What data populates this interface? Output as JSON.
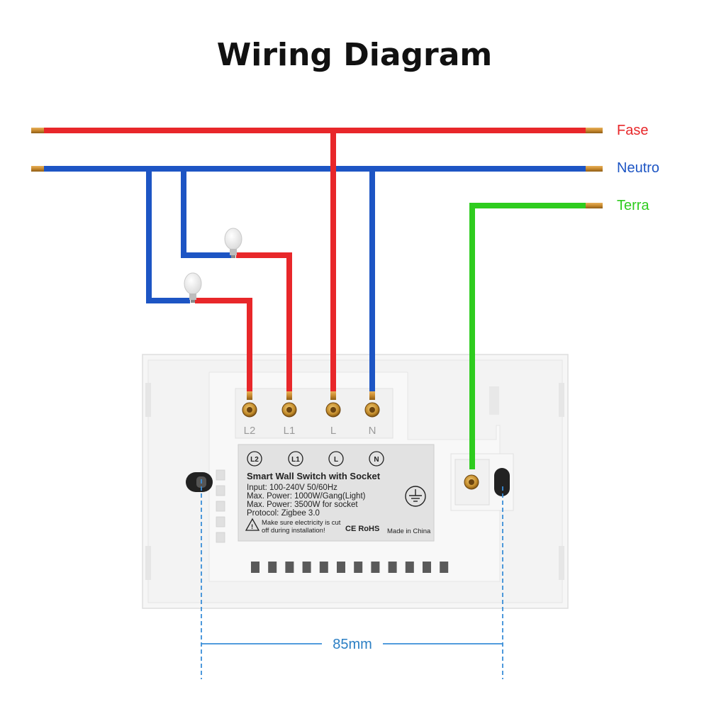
{
  "title": "Wiring Diagram",
  "wires": {
    "fase": {
      "label": "Fase",
      "color": "#e8272a"
    },
    "neutro": {
      "label": "Neutro",
      "color": "#1d55c4"
    },
    "terra": {
      "label": "Terra",
      "color": "#2ecc1e"
    }
  },
  "terminals": [
    "L2",
    "L1",
    "L",
    "N"
  ],
  "label_plate": {
    "circles": [
      "L2",
      "L1",
      "L",
      "N"
    ],
    "product": "Smart Wall Switch with Socket",
    "lines": [
      "Input: 100-240V 50/60Hz",
      "Max. Power: 1000W/Gang(Light)",
      "Max. Power: 3500W for socket",
      "Protocol: Zigbee 3.0"
    ],
    "warning_line1": "Make sure electricity is cut",
    "warning_line2": "off during installation!",
    "cert": "CE RoHS",
    "origin": "Made in China"
  },
  "dimension": "85mm",
  "colors": {
    "copper": "#c88a2e",
    "panel": "#f4f4f4",
    "label_bg": "#e2e2e2",
    "dim_line": "#3a8ed8"
  }
}
